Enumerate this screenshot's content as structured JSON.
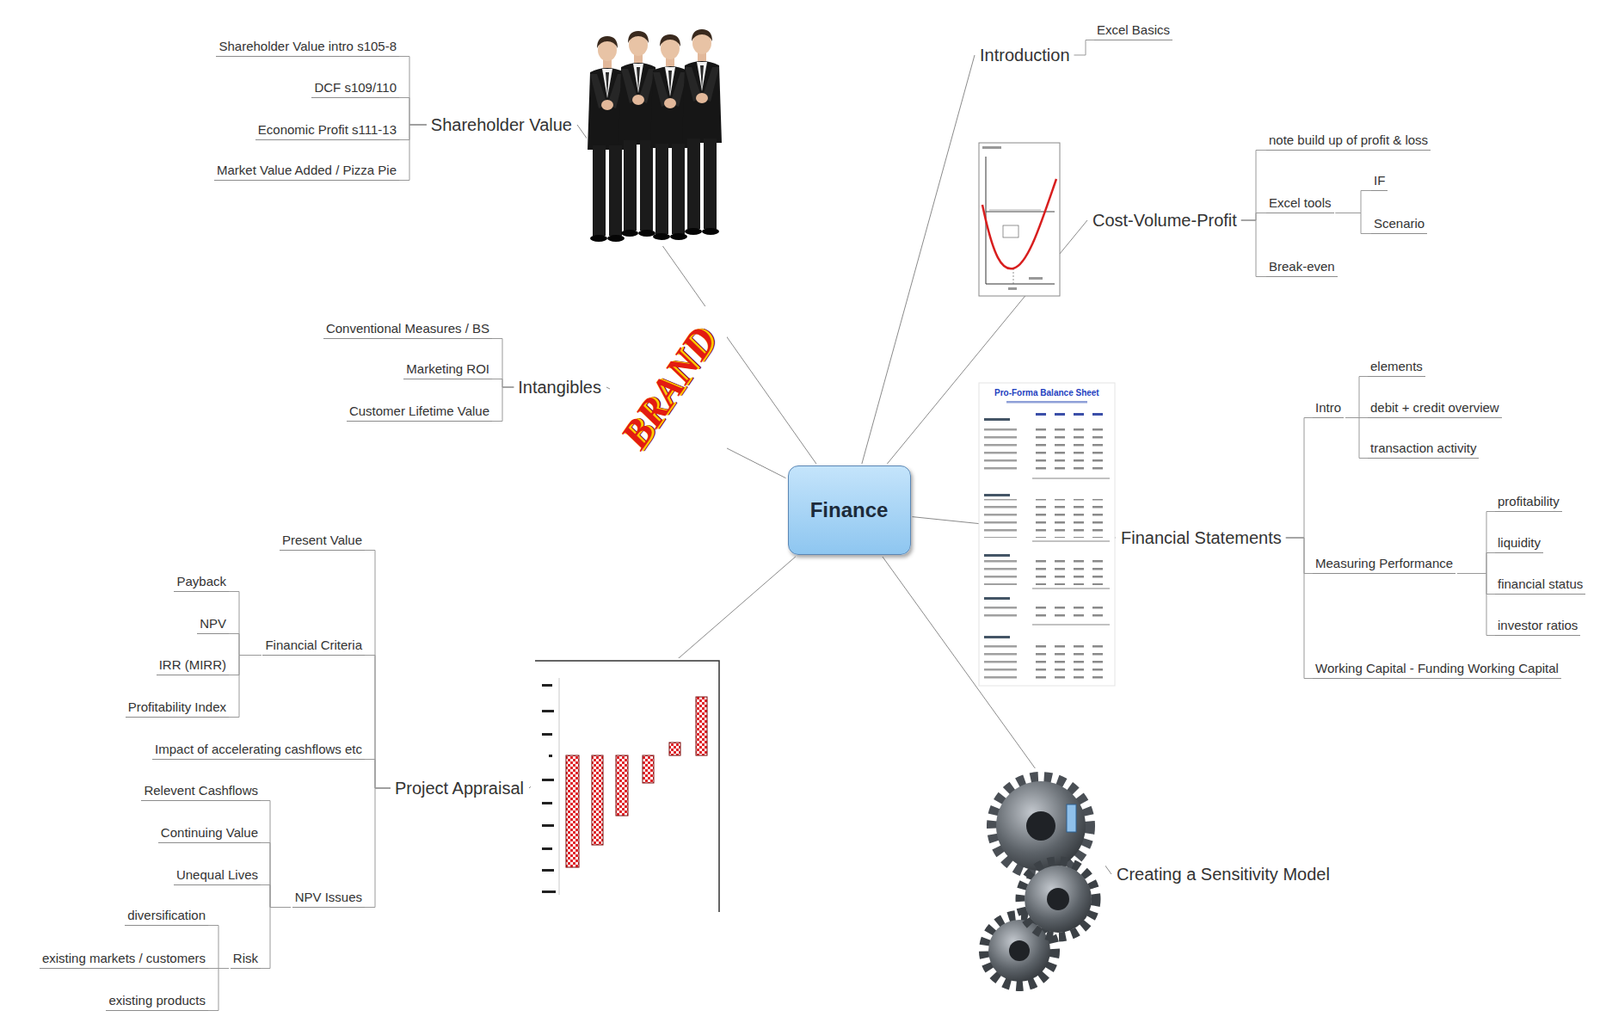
{
  "diagram": {
    "nodes": [
      {
        "text": [
          "Finance"
        ]
      },
      {
        "text": [
          "Shareholder Value"
        ]
      },
      {
        "text": [
          "Shareholder Value intro s105-8"
        ]
      },
      {
        "text": [
          "DCF s109/110"
        ]
      },
      {
        "text": [
          "Economic Profit s111-13"
        ]
      },
      {
        "text": [
          "Market Value Added / Pizza Pie"
        ]
      },
      {
        "text": [
          "Intangibles"
        ]
      },
      {
        "text": [
          "Conventional Measures / BS"
        ]
      },
      {
        "text": [
          "Marketing ROI"
        ]
      },
      {
        "text": [
          "Customer Lifetime Value"
        ]
      },
      {
        "text": [
          "Project Appraisal"
        ]
      },
      {
        "text": [
          "Present Value"
        ]
      },
      {
        "text": [
          "Financial Criteria"
        ]
      },
      {
        "text": [
          "Payback"
        ]
      },
      {
        "text": [
          "NPV"
        ]
      },
      {
        "text": [
          "IRR (MIRR)"
        ]
      },
      {
        "text": [
          "Profitability Index"
        ]
      },
      {
        "text": [
          "Impact of accelerating cashflows etc"
        ]
      },
      {
        "text": [
          "NPV Issues"
        ]
      },
      {
        "text": [
          "Relevent Cashflows"
        ]
      },
      {
        "text": [
          "Continuing Value"
        ]
      },
      {
        "text": [
          "Unequal Lives"
        ]
      },
      {
        "text": [
          "Risk"
        ]
      },
      {
        "text": [
          "diversification"
        ]
      },
      {
        "text": [
          "existing markets / customers"
        ]
      },
      {
        "text": [
          "existing products"
        ]
      },
      {
        "text": [
          "Introduction"
        ]
      },
      {
        "text": [
          "Excel Basics"
        ]
      },
      {
        "text": [
          "Cost-Volume-Profit"
        ]
      },
      {
        "text": [
          "note build up of profit & loss"
        ]
      },
      {
        "text": [
          "Excel tools"
        ]
      },
      {
        "text": [
          "IF"
        ]
      },
      {
        "text": [
          "Scenario"
        ]
      },
      {
        "text": [
          "Break-even"
        ]
      },
      {
        "text": [
          "Financial Statements"
        ]
      },
      {
        "text": [
          "Intro"
        ]
      },
      {
        "text": [
          "elements"
        ]
      },
      {
        "text": [
          "debit + credit overview"
        ]
      },
      {
        "text": [
          "transaction activity"
        ]
      },
      {
        "text": [
          "Measuring Performance"
        ]
      },
      {
        "text": [
          "profitability"
        ]
      },
      {
        "text": [
          "liquidity"
        ]
      },
      {
        "text": [
          "financial status"
        ]
      },
      {
        "text": [
          "investor ratios"
        ]
      },
      {
        "text": [
          "Working Capital - Funding Working Capital"
        ]
      },
      {
        "text": [
          "Creating a Sensitivity Model"
        ]
      }
    ],
    "edges": [
      {
        "from": 0,
        "to": 1,
        "arrow": "none"
      },
      {
        "from": 0,
        "to": 6,
        "arrow": "none"
      },
      {
        "from": 0,
        "to": 10,
        "arrow": "none"
      },
      {
        "from": 0,
        "to": 26,
        "arrow": "none"
      },
      {
        "from": 0,
        "to": 28,
        "arrow": "none"
      },
      {
        "from": 0,
        "to": 34,
        "arrow": "none"
      },
      {
        "from": 0,
        "to": 45,
        "arrow": "none"
      },
      {
        "from": 1,
        "to": 2,
        "arrow": "none"
      },
      {
        "from": 1,
        "to": 3,
        "arrow": "none"
      },
      {
        "from": 1,
        "to": 4,
        "arrow": "none"
      },
      {
        "from": 1,
        "to": 5,
        "arrow": "none"
      },
      {
        "from": 6,
        "to": 7,
        "arrow": "none"
      },
      {
        "from": 6,
        "to": 8,
        "arrow": "none"
      },
      {
        "from": 6,
        "to": 9,
        "arrow": "none"
      },
      {
        "from": 10,
        "to": 11,
        "arrow": "none"
      },
      {
        "from": 10,
        "to": 12,
        "arrow": "none"
      },
      {
        "from": 10,
        "to": 17,
        "arrow": "none"
      },
      {
        "from": 10,
        "to": 18,
        "arrow": "none"
      },
      {
        "from": 12,
        "to": 13,
        "arrow": "none"
      },
      {
        "from": 12,
        "to": 14,
        "arrow": "none"
      },
      {
        "from": 12,
        "to": 15,
        "arrow": "none"
      },
      {
        "from": 12,
        "to": 16,
        "arrow": "none"
      },
      {
        "from": 18,
        "to": 19,
        "arrow": "none"
      },
      {
        "from": 18,
        "to": 20,
        "arrow": "none"
      },
      {
        "from": 18,
        "to": 21,
        "arrow": "none"
      },
      {
        "from": 18,
        "to": 22,
        "arrow": "none"
      },
      {
        "from": 22,
        "to": 23,
        "arrow": "none"
      },
      {
        "from": 22,
        "to": 24,
        "arrow": "none"
      },
      {
        "from": 22,
        "to": 25,
        "arrow": "none"
      },
      {
        "from": 26,
        "to": 27,
        "arrow": "none"
      },
      {
        "from": 28,
        "to": 29,
        "arrow": "none"
      },
      {
        "from": 28,
        "to": 30,
        "arrow": "none"
      },
      {
        "from": 28,
        "to": 33,
        "arrow": "none"
      },
      {
        "from": 30,
        "to": 31,
        "arrow": "none"
      },
      {
        "from": 30,
        "to": 32,
        "arrow": "none"
      },
      {
        "from": 34,
        "to": 35,
        "arrow": "none"
      },
      {
        "from": 34,
        "to": 39,
        "arrow": "none"
      },
      {
        "from": 34,
        "to": 44,
        "arrow": "none"
      },
      {
        "from": 35,
        "to": 36,
        "arrow": "none"
      },
      {
        "from": 35,
        "to": 37,
        "arrow": "none"
      },
      {
        "from": 35,
        "to": 38,
        "arrow": "none"
      },
      {
        "from": 39,
        "to": 40,
        "arrow": "none"
      },
      {
        "from": 39,
        "to": 41,
        "arrow": "none"
      },
      {
        "from": 39,
        "to": 42,
        "arrow": "none"
      },
      {
        "from": 39,
        "to": 43,
        "arrow": "none"
      }
    ],
    "labels": [
      "BRAND",
      "Pro-Forma Balance Sheet"
    ]
  }
}
